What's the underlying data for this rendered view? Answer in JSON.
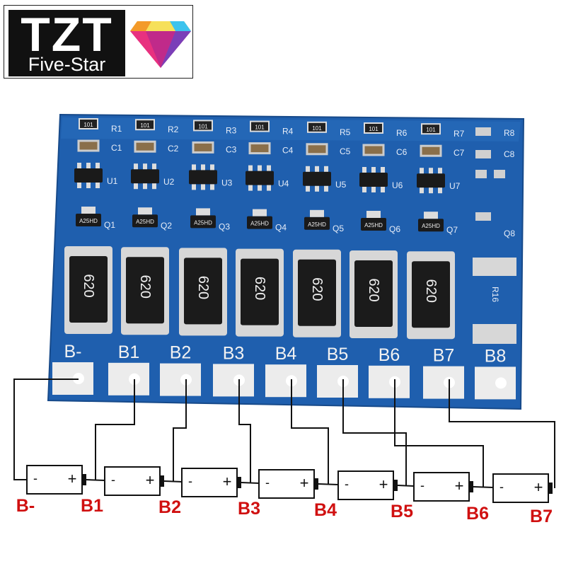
{
  "brand": {
    "name": "TZT",
    "tagline": "Five-Star"
  },
  "board": {
    "color": "#1f5fae",
    "resistor_code": "620",
    "res_smd_code": "101",
    "mosfet_code": "A25HD",
    "spare_label": "R16",
    "pads": [
      "B-",
      "B1",
      "B2",
      "B3",
      "B4",
      "B5",
      "B6",
      "B7",
      "B8"
    ],
    "silk": [
      "R1",
      "R2",
      "R3",
      "R4",
      "R5",
      "R6",
      "R7",
      "R8",
      "C1",
      "C2",
      "C3",
      "C4",
      "C5",
      "C6",
      "C7",
      "C8",
      "U1",
      "U2",
      "U3",
      "U4",
      "U5",
      "U6",
      "U7",
      "Q1",
      "Q2",
      "Q3",
      "Q4",
      "Q5",
      "Q6",
      "Q7",
      "Q8"
    ]
  },
  "batteries": [
    {
      "minus": "-",
      "plus": "+"
    },
    {
      "minus": "-",
      "plus": "+"
    },
    {
      "minus": "-",
      "plus": "+"
    },
    {
      "minus": "-",
      "plus": "+"
    },
    {
      "minus": "-",
      "plus": "+"
    },
    {
      "minus": "-",
      "plus": "+"
    },
    {
      "minus": "-",
      "plus": "+"
    }
  ],
  "node_labels": [
    "B-",
    "B1",
    "B2",
    "B3",
    "B4",
    "B5",
    "B6",
    "B7"
  ],
  "colors": {
    "label_red": "#d01010",
    "wire": "#111111"
  }
}
